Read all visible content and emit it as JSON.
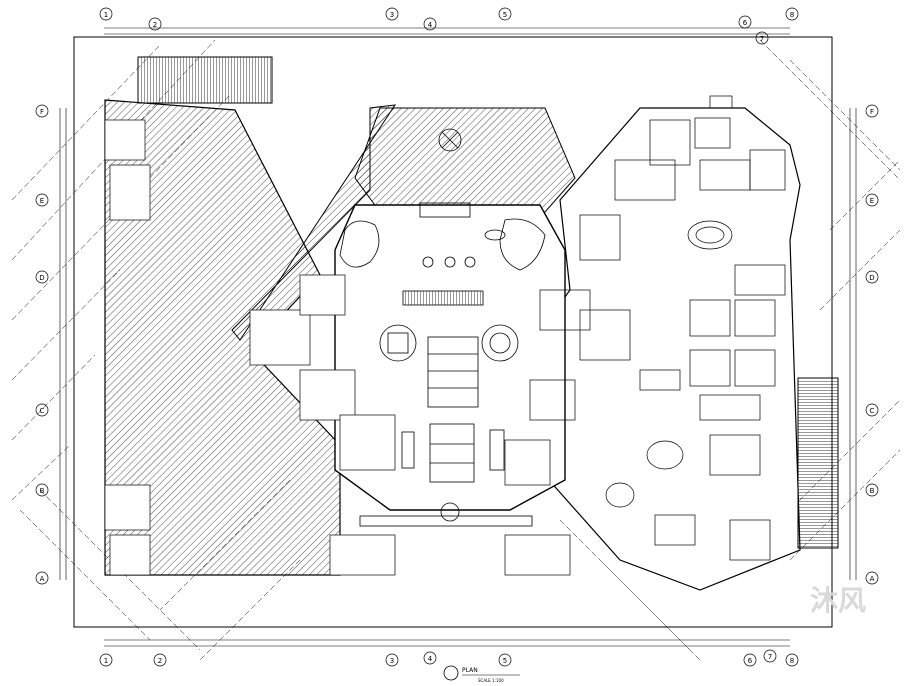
{
  "drawing": {
    "plan_title": "PLAN",
    "plan_scale": "SCALE 1:100",
    "watermark": "沐风"
  },
  "grid_top": [
    "1",
    "2",
    "3",
    "4",
    "5",
    "6",
    "7",
    "8"
  ],
  "grid_bottom": [
    "1",
    "2",
    "3",
    "4",
    "5",
    "6",
    "7",
    "8"
  ],
  "grid_left": [
    "F",
    "E",
    "D",
    "C",
    "B",
    "A"
  ],
  "grid_right": [
    "F",
    "E",
    "D",
    "C",
    "B",
    "A"
  ],
  "colors": {
    "line": "#000000",
    "background": "#ffffff",
    "hatch": "#000000"
  }
}
